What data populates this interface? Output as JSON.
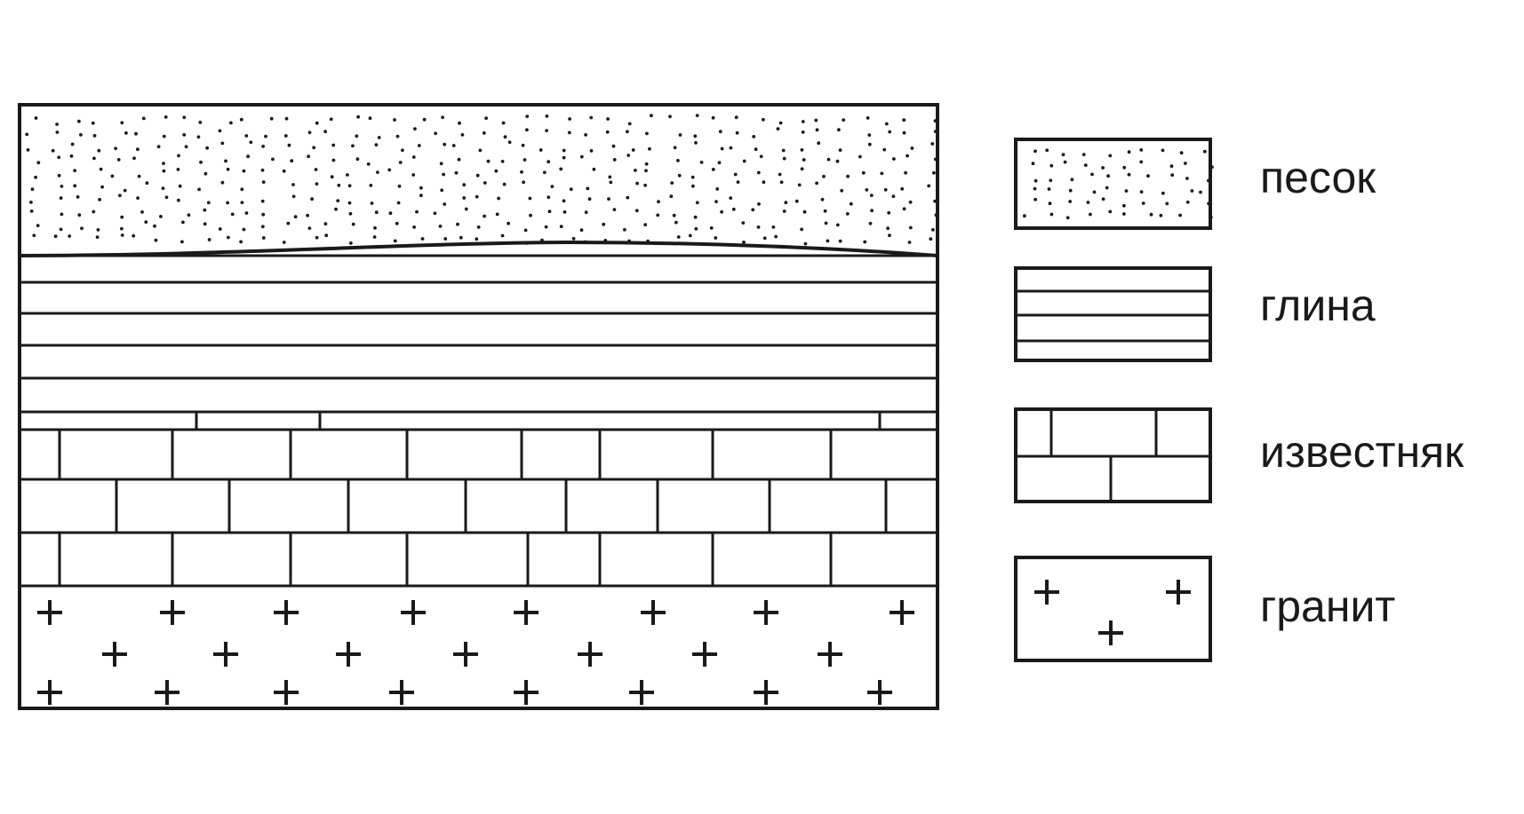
{
  "legend": [
    {
      "pattern": "sand-dots",
      "label": "песок"
    },
    {
      "pattern": "clay-lines",
      "label": "глина"
    },
    {
      "pattern": "limestone-bricks",
      "label": "известняк"
    },
    {
      "pattern": "granite-crosses",
      "label": "гранит"
    }
  ],
  "colors": {
    "ink": "#1a1a1a",
    "background": "#ffffff"
  }
}
